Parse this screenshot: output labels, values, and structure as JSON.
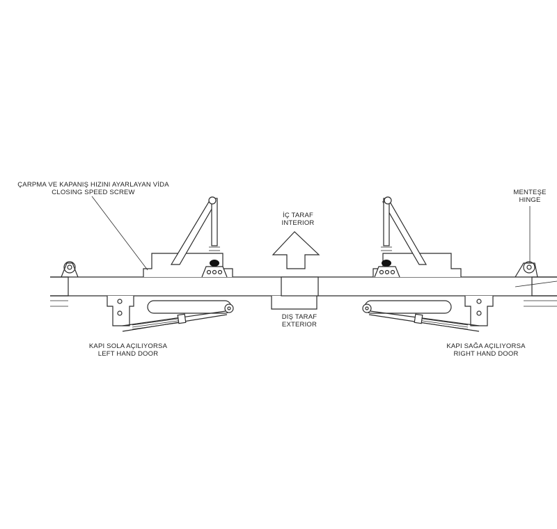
{
  "labels": {
    "screw_tr": "ÇARPMA VE KAPANIŞ HIZINI AYARLAYAN VİDA",
    "screw_en": "CLOSING SPEED SCREW",
    "interior_tr": "İÇ TARAF",
    "interior_en": "INTERIOR",
    "exterior_tr": "DIŞ TARAF",
    "exterior_en": "EXTERIOR",
    "hinge_tr": "MENTEŞE",
    "hinge_en": "HINGE",
    "left_tr": "KAPI SOLA AÇILIYORSA",
    "left_en": "LEFT HAND DOOR",
    "right_tr": "KAPI SAĞA AÇILIYORSA",
    "right_en": "RIGHT HAND DOOR"
  },
  "icons": {
    "direction_arrow": "up-arrow-icon",
    "pivot": "hinge-pivot-icon"
  }
}
